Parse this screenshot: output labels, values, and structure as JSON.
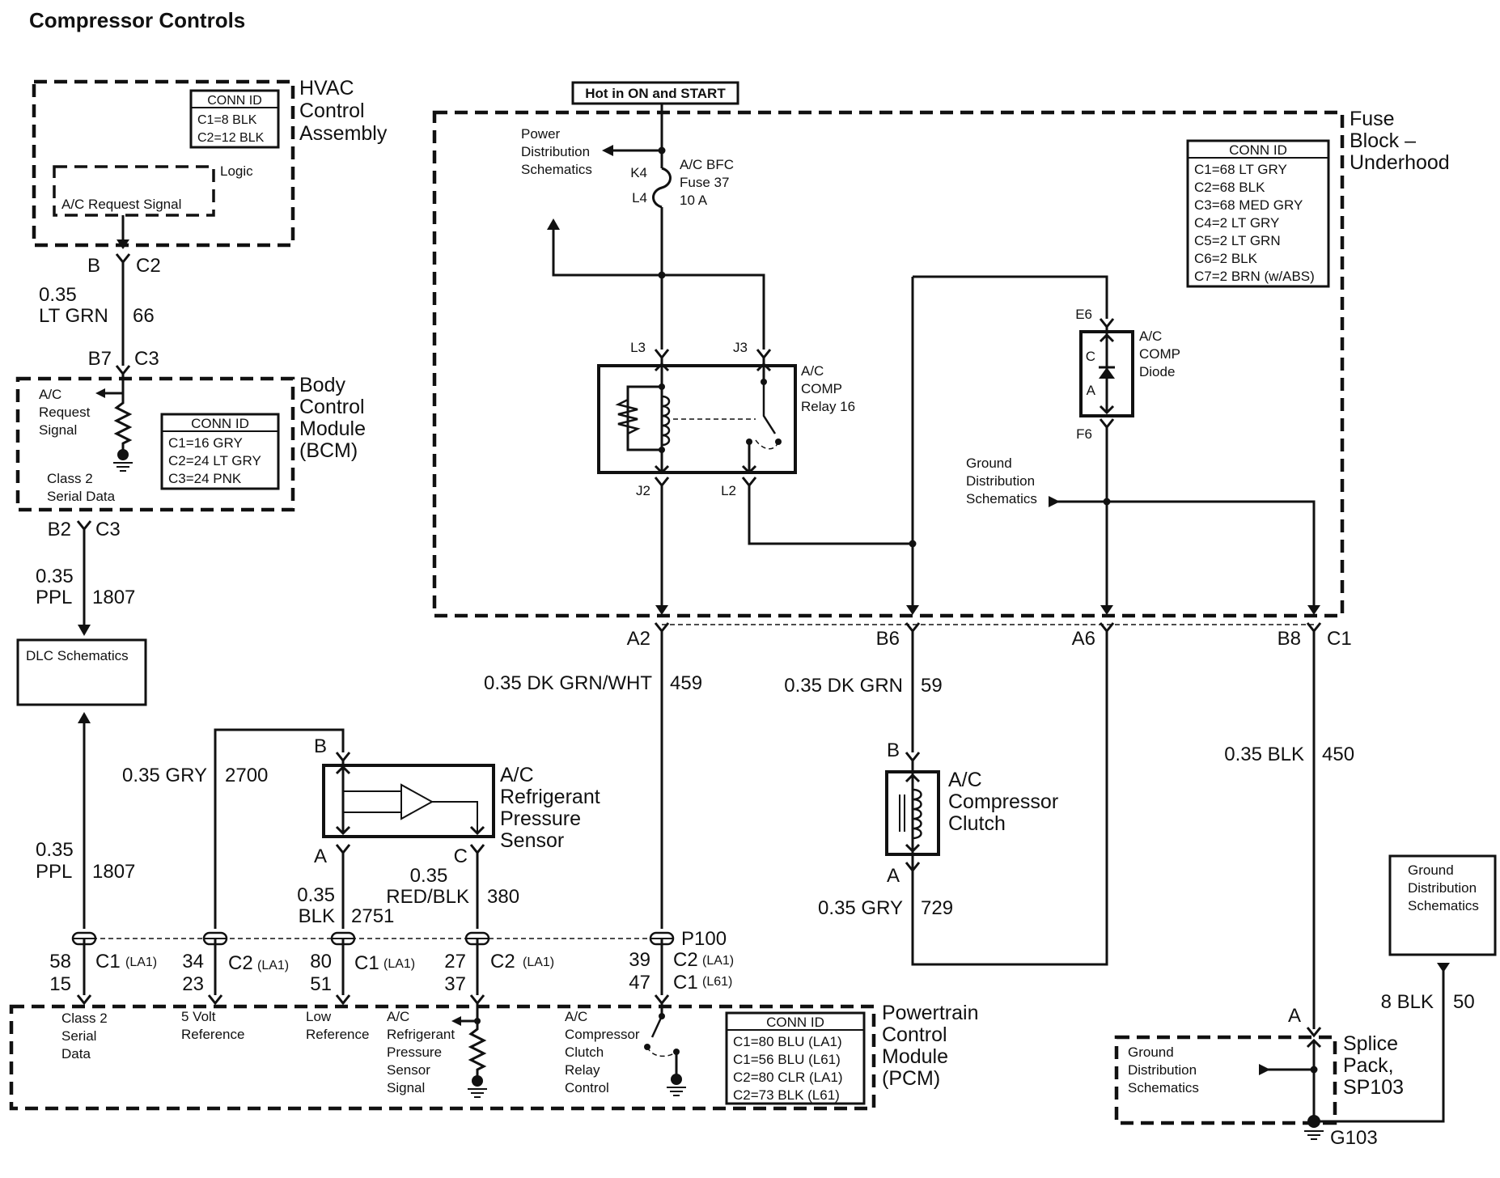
{
  "title": "Compressor Controls",
  "hot_label": "Hot in ON and START",
  "hvac": {
    "name_lines": [
      "HVAC",
      "Control",
      "Assembly"
    ],
    "conn_id": [
      "CONN ID",
      "C1=8 BLK",
      "C2=12 BLK"
    ],
    "logic": "Logic",
    "request_signal": "A/C Request Signal",
    "pin": "B",
    "conn": "C2"
  },
  "wire_hvac_bcm": {
    "size": "0.35",
    "color": "LT GRN",
    "circuit": "66"
  },
  "bcm": {
    "name_lines": [
      "Body",
      "Control",
      "Module",
      "(BCM)"
    ],
    "pin_top": "B7",
    "conn_top": "C3",
    "request_lines": [
      "A/C",
      "Request",
      "Signal"
    ],
    "class2_lines": [
      "Class 2",
      "Serial Data"
    ],
    "conn_id": [
      "CONN ID",
      "C1=16 GRY",
      "C2=24 LT GRY",
      "C3=24 PNK"
    ],
    "pin_bottom": "B2",
    "conn_bottom": "C3"
  },
  "wire_bcm_dlc": {
    "size": "0.35",
    "color": "PPL",
    "circuit": "1807"
  },
  "dlc": {
    "label": "DLC Schematics"
  },
  "wire_pcm_dlc": {
    "size": "0.35",
    "color": "PPL",
    "circuit": "1807"
  },
  "fuse_block": {
    "name_lines": [
      "Fuse",
      "Block –",
      "Underhood"
    ],
    "conn_id": [
      "CONN ID",
      "C1=68 LT GRY",
      "C2=68 BLK",
      "C3=68 MED GRY",
      "C4=2 LT GRY",
      "C5=2 LT GRN",
      "C6=2 BLK",
      "C7=2 BRN (w/ABS)"
    ],
    "power_dist_lines": [
      "Power",
      "Distribution",
      "Schematics"
    ],
    "fuse_pins": [
      "K4",
      "L4"
    ],
    "fuse_lines": [
      "A/C BFC",
      "Fuse 37",
      "10 A"
    ],
    "relay_lines": [
      "A/C",
      "COMP",
      "Relay 16"
    ],
    "relay_pins": [
      "L3",
      "J3",
      "J2",
      "L2"
    ],
    "diode_lines": [
      "A/C",
      "COMP",
      "Diode"
    ],
    "diode_pins": [
      "E6",
      "F6"
    ],
    "diode_marks": [
      "C",
      "A"
    ],
    "ground_dist_lines": [
      "Ground",
      "Distribution",
      "Schematics"
    ],
    "out_pins": [
      "A2",
      "B6",
      "A6",
      "B8",
      "C1"
    ]
  },
  "wire_459": {
    "label": "0.35 DK GRN/WHT",
    "circuit": "459"
  },
  "wire_59": {
    "label": "0.35 DK GRN",
    "circuit": "59"
  },
  "wire_450": {
    "label": "0.35 BLK",
    "circuit": "450"
  },
  "wire_729": {
    "label": "0.35 GRY",
    "circuit": "729"
  },
  "clutch": {
    "name_lines": [
      "A/C",
      "Compressor",
      "Clutch"
    ],
    "pin_top": "B",
    "pin_bottom": "A"
  },
  "sensor": {
    "name_lines": [
      "A/C",
      "Refrigerant",
      "Pressure",
      "Sensor"
    ],
    "pin_b": "B",
    "pin_a": "A",
    "pin_c": "C"
  },
  "wire_2700": {
    "label": "0.35 GRY",
    "circuit": "2700"
  },
  "wire_2751": {
    "size": "0.35",
    "color": "BLK",
    "circuit": "2751"
  },
  "wire_380": {
    "size": "0.35",
    "color": "RED/BLK",
    "circuit": "380"
  },
  "p100": "P100",
  "pcm_pins": [
    {
      "top": "58",
      "bottom": "15",
      "conn": "C1",
      "sub": "(LA1)"
    },
    {
      "top": "34",
      "bottom": "23",
      "conn": "C2",
      "sub": "(LA1)"
    },
    {
      "top": "80",
      "bottom": "51",
      "conn": "C1",
      "sub": "(LA1)"
    },
    {
      "top": "27",
      "bottom": "37",
      "conn": "C2",
      "sub": "(LA1)"
    },
    {
      "top": "39",
      "bottom": "47",
      "conn": "C2",
      "sub": "(LA1)",
      "conn2": "C1",
      "sub2": "(L61)"
    }
  ],
  "pcm": {
    "name_lines": [
      "Powertrain",
      "Control",
      "Module",
      "(PCM)"
    ],
    "class2_lines": [
      "Class 2",
      "Serial",
      "Data"
    ],
    "ref5_lines": [
      "5 Volt",
      "Reference"
    ],
    "lowref_lines": [
      "Low",
      "Reference"
    ],
    "sensor_sig_lines": [
      "A/C",
      "Refrigerant",
      "Pressure",
      "Sensor",
      "Signal"
    ],
    "relay_ctrl_lines": [
      "A/C",
      "Compressor",
      "Clutch",
      "Relay",
      "Control"
    ],
    "conn_id": [
      "CONN ID",
      "C1=80 BLU (LA1)",
      "C1=56 BLU (L61)",
      "C2=80 CLR (LA1)",
      "C2=73 BLK (L61)"
    ]
  },
  "ground_box": {
    "lines": [
      "Ground",
      "Distribution",
      "Schematics"
    ]
  },
  "wire_50": {
    "label": "8 BLK",
    "circuit": "50"
  },
  "splice": {
    "name_lines": [
      "Splice",
      "Pack,",
      "SP103"
    ],
    "pin": "A",
    "ground_lines": [
      "Ground",
      "Distribution",
      "Schematics"
    ],
    "ground_id": "G103"
  }
}
